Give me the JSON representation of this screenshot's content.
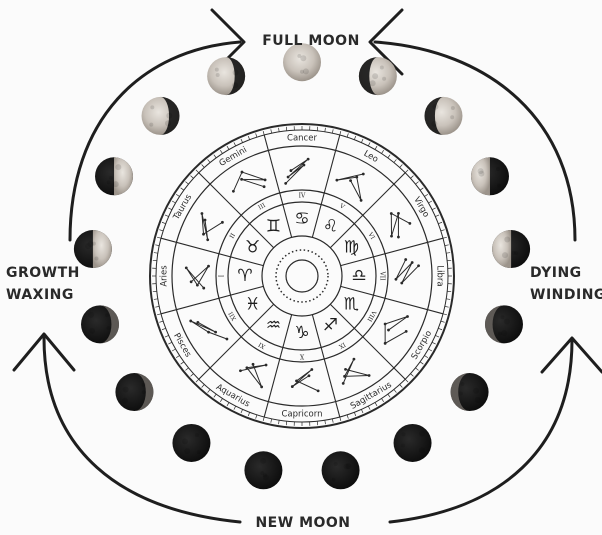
{
  "labels": {
    "full_moon": "FULL MOON",
    "new_moon": "NEW MOON",
    "growth": "GROWTH",
    "waxing": "WAXING",
    "dying": "DYING",
    "winding": "WINDING"
  },
  "signs": [
    {
      "name": "Cancer",
      "glyph": "♋"
    },
    {
      "name": "Leo",
      "glyph": "♌"
    },
    {
      "name": "Virgo",
      "glyph": "♍"
    },
    {
      "name": "Libra",
      "glyph": "♎"
    },
    {
      "name": "Scorpio",
      "glyph": "♏"
    },
    {
      "name": "Sagittarius",
      "glyph": "♐"
    },
    {
      "name": "Capricorn",
      "glyph": "♑"
    },
    {
      "name": "Aquarius",
      "glyph": "♒"
    },
    {
      "name": "Pisces",
      "glyph": "♓"
    },
    {
      "name": "Aries",
      "glyph": "♈"
    },
    {
      "name": "Taurus",
      "glyph": "♉"
    },
    {
      "name": "Gemini",
      "glyph": "♊"
    }
  ],
  "houses": [
    "IV",
    "V",
    "VI",
    "VII",
    "VIII",
    "IX",
    "X",
    "XI",
    "XII",
    "I",
    "II",
    "III"
  ],
  "moon_phases": [
    {
      "phase": "full"
    },
    {
      "phase": "waning-gibbous"
    },
    {
      "phase": "waning-gibbous"
    },
    {
      "phase": "last-quarter"
    },
    {
      "phase": "last-quarter"
    },
    {
      "phase": "waning-crescent"
    },
    {
      "phase": "waning-crescent"
    },
    {
      "phase": "new"
    },
    {
      "phase": "new"
    },
    {
      "phase": "new"
    },
    {
      "phase": "new"
    },
    {
      "phase": "waxing-crescent"
    },
    {
      "phase": "waxing-crescent"
    },
    {
      "phase": "first-quarter"
    },
    {
      "phase": "first-quarter"
    },
    {
      "phase": "waxing-gibbous"
    },
    {
      "phase": "waxing-gibbous"
    }
  ],
  "colors": {
    "ink": "#2a2a2a",
    "moon_light": "#cfc9c2",
    "moon_dark": "#151515"
  }
}
